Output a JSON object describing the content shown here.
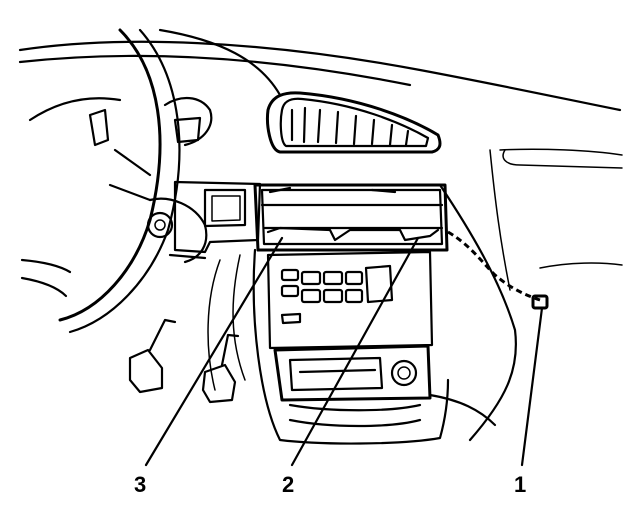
{
  "callouts": {
    "item_1": "1",
    "item_2": "2",
    "item_3": "3"
  }
}
